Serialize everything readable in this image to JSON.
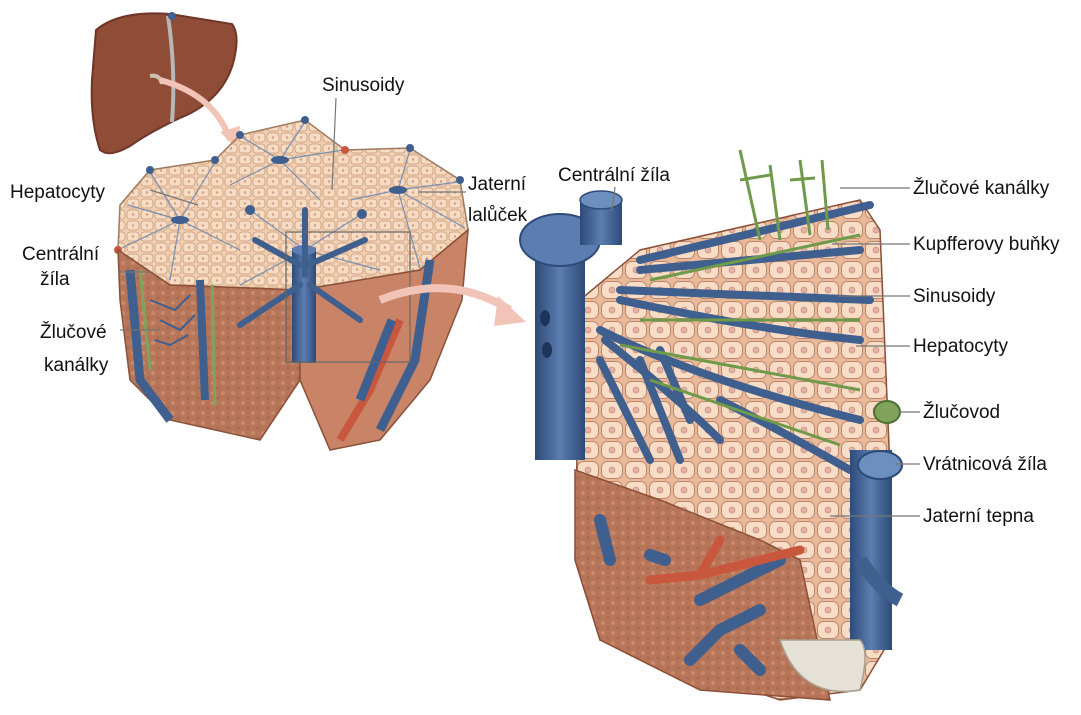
{
  "colors": {
    "background": "#ffffff",
    "vein_blue": "#3f5f8f",
    "artery_red": "#c9573e",
    "bile_green": "#7fa35a",
    "hepatocyte_tan": "#efc9a8",
    "liver_brown": "#8f4c36",
    "arrow_pink": "#f2c4b8",
    "leader_line": "#777777",
    "label_text": "#111111"
  },
  "labels": {
    "sinusoidy_top": "Sinusoidy",
    "hepatocyty_left": "Hepatocyty",
    "jaterni_lalucek_1": "Jaterní",
    "jaterni_lalucek_2": "lalůček",
    "centralni_zila_left_1": "Centrální",
    "centralni_zila_left_2": "žíla",
    "zlucove_kanalky_left_1": "Žlučové",
    "zlucove_kanalky_left_2": "kanálky",
    "centralni_zila_right": "Centrální žíla",
    "zlucove_kanalky_right": "Žlučové kanálky",
    "kupfferovy_bunky": "Kupfferovy buňky",
    "sinusoidy_right": "Sinusoidy",
    "hepatocyty_right": "Hepatocyty",
    "zlucovod": "Žlučovod",
    "vratnicova_zila": "Vrátnicová žíla",
    "jaterni_tepna": "Jaterní tepna"
  }
}
